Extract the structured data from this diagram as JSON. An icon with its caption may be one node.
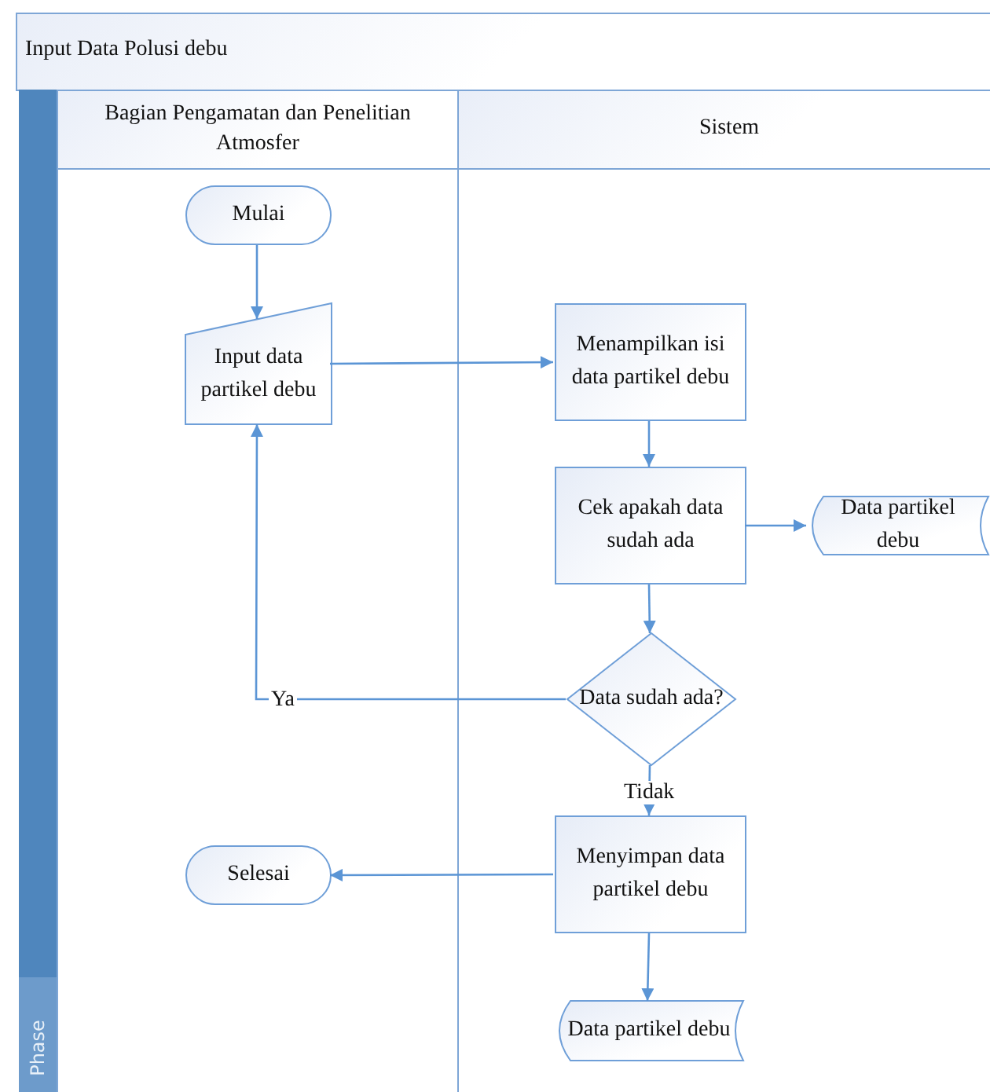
{
  "diagram": {
    "title": "Input Data Polusi debu",
    "nodes": [
      {
        "text": [
          "Bagian Pengamatan dan Penelitian Atmosfer"
        ]
      },
      {
        "text": [
          "Sistem"
        ]
      },
      {
        "text": [
          "Mulai"
        ],
        "in": 0
      },
      {
        "text": [
          "Input data partikel debu"
        ],
        "in": 0
      },
      {
        "text": [
          "Menampilkan isi data partikel debu"
        ],
        "in": 1
      },
      {
        "text": [
          "Cek apakah data sudah ada"
        ],
        "in": 1
      },
      {
        "text": [
          "Data partikel debu"
        ],
        "in": 1
      },
      {
        "text": [
          "Data sudah ada?"
        ],
        "in": 1
      },
      {
        "text": [
          "Menyimpan data partikel debu"
        ],
        "in": 1
      },
      {
        "text": [
          "Selesai"
        ],
        "in": 0
      },
      {
        "text": [
          "Data partikel debu"
        ],
        "in": 1
      }
    ],
    "edges": [
      {
        "from": 2,
        "to": 3,
        "arrow": "to"
      },
      {
        "from": 3,
        "to": 4,
        "arrow": "to"
      },
      {
        "from": 4,
        "to": 5,
        "arrow": "to"
      },
      {
        "from": 5,
        "to": 6,
        "arrow": "to"
      },
      {
        "from": 5,
        "to": 7,
        "arrow": "to"
      },
      {
        "from": 7,
        "to": 3,
        "arrow": "to",
        "label": "Ya"
      },
      {
        "from": 7,
        "to": 8,
        "arrow": "to",
        "label": "Tidak"
      },
      {
        "from": 8,
        "to": 9,
        "arrow": "to"
      },
      {
        "from": 8,
        "to": 10,
        "arrow": "to"
      }
    ],
    "labels": [
      "Phase"
    ]
  }
}
